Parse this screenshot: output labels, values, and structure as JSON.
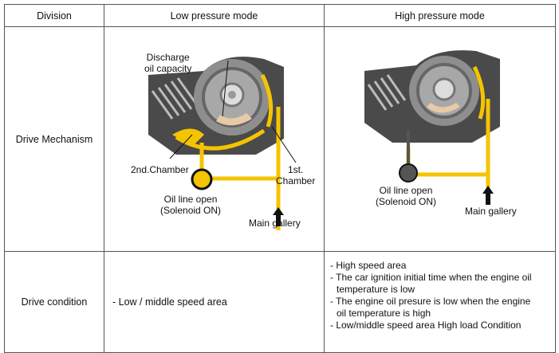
{
  "table": {
    "headers": [
      "Division",
      "Low pressure mode",
      "High pressure mode"
    ],
    "rows": [
      {
        "label": "Drive Mechanism"
      },
      {
        "label": "Drive condition"
      }
    ]
  },
  "low_mode": {
    "labels": {
      "discharge": "Discharge\noil capacity",
      "second_chamber": "2nd.Chamber",
      "first_chamber": "1st.\nChamber",
      "oil_line": "Oil line open\n(Solenoid ON)",
      "main_gallery": "Main gallery"
    },
    "solenoid_color": "#f5c400",
    "condition": "- Low / middle speed area"
  },
  "high_mode": {
    "labels": {
      "oil_line": "Oil line open\n(Solenoid ON)",
      "main_gallery": "Main gallery"
    },
    "solenoid_color": "#555555",
    "conditions": [
      "- High speed area",
      "- The car ignition initial time when the engine oil",
      "temperature is low",
      "- The engine oil presure is low when the engine",
      "oil temperature is high",
      "- Low/middle speed area High load Condition"
    ]
  },
  "colors": {
    "oil": "#f5c400",
    "pump_body": "#4a4a4a",
    "rotor": "#9a9a9a",
    "border": "#555555"
  }
}
